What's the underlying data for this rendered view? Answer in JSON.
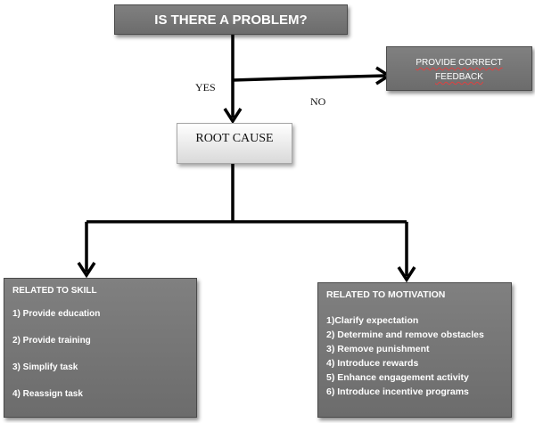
{
  "diagram": {
    "question": "IS THERE A PROBLEM?",
    "yes_label": "YES",
    "no_label": "NO",
    "feedback": {
      "line1": "PROVIDE CORRECT",
      "line2": "FEEDBACK"
    },
    "root_cause": "ROOT CAUSE",
    "skill": {
      "title": "RELATED TO SKILL",
      "items": [
        "1) Provide education",
        "2) Provide training",
        "3) Simplify task",
        "4) Reassign task"
      ]
    },
    "motivation": {
      "title": "RELATED TO MOTIVATION",
      "items": [
        "1)Clarify expectation",
        "2) Determine and remove obstacles",
        "3) Remove punishment",
        "4) Introduce rewards",
        "5) Enhance engagement activity",
        "6) Introduce incentive programs"
      ]
    }
  },
  "colors": {
    "dark_box": "#747474",
    "light_box": "#e6e6e6",
    "connector": "#000000"
  }
}
